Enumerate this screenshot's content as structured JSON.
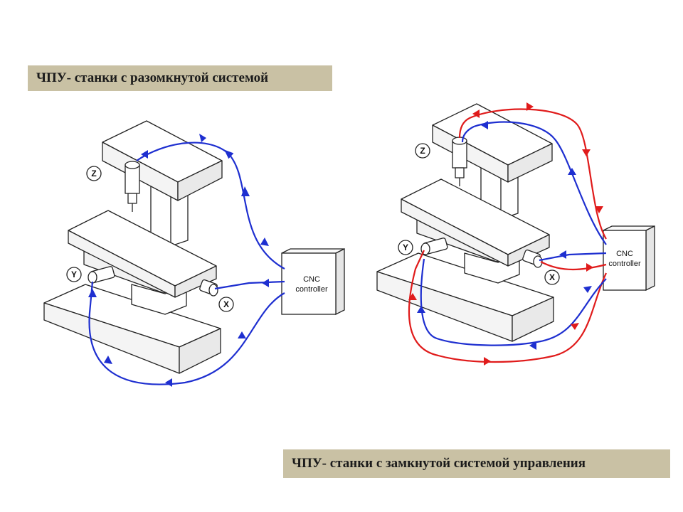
{
  "captions": {
    "open_loop": "ЧПУ- станки с разомкнутой системой",
    "closed_loop": "ЧПУ- станки с замкнутой системой управления"
  },
  "diagram_open": {
    "axis_z": "Z",
    "axis_y": "Y",
    "axis_x": "X",
    "controller_line1": "CNC",
    "controller_line2": "controller"
  },
  "diagram_closed": {
    "axis_z": "Z",
    "axis_y": "Y",
    "axis_x": "X",
    "controller_line1": "CNC",
    "controller_line2": "controller"
  },
  "colors": {
    "caption_bg": "#c9c1a4",
    "command_line": "#1e2fd0",
    "feedback_line": "#e01b1b",
    "outline": "#222222"
  }
}
